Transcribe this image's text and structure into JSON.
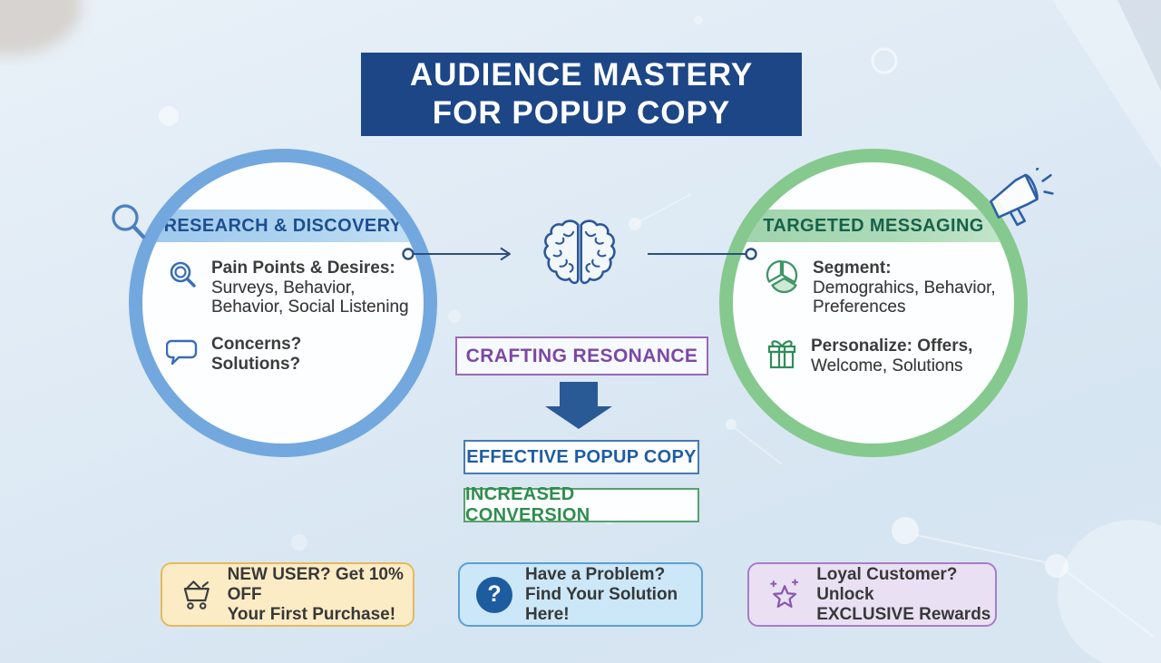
{
  "banner": {
    "line1": "AUDIENCE MASTERY",
    "line2": "FOR POPUP COPY"
  },
  "left_circle": {
    "header": "RESEARCH & DISCOVERY",
    "item1": {
      "icon": "magnifier-icon",
      "line1": "Pain Points & Desires:",
      "line2": "Surveys, Behavior,",
      "line3": "Behavior, Social Listening"
    },
    "item2": {
      "icon": "speech-bubble-icon",
      "line1": "Concerns?",
      "line2": "Solutions?"
    }
  },
  "right_circle": {
    "header": "TARGETED MESSAGING",
    "item1": {
      "icon": "pie-chart-icon",
      "line1": "Segment:",
      "line2": "Demograhics, Behavior,",
      "line3": "Preferences"
    },
    "item2": {
      "icon": "gift-icon",
      "line1": "Personalize: Offers,",
      "line2": "Welcome, Solutions"
    }
  },
  "center": {
    "crafting": "CRAFTING RESONANCE",
    "effective": "EFFECTIVE POPUP COPY",
    "conversion": "INCREASED CONVERSION"
  },
  "popup_cards": {
    "new_user": {
      "icon": "shopping-cart-icon",
      "line1": "NEW USER? Get 10% OFF",
      "line2": "Your First Purchase!"
    },
    "problem": {
      "icon": "question-mark-icon",
      "question_glyph": "?",
      "line1": "Have a Problem?",
      "line2": "Find Your Solution Here!"
    },
    "loyal": {
      "icon": "star-icon",
      "line1": "Loyal Customer? Unlock",
      "line2": "EXCLUSIVE Rewards"
    }
  },
  "decorative_icons": [
    "magnifier-icon",
    "megaphone-icon",
    "brain-icon"
  ],
  "colors": {
    "banner_bg": "#1d4687",
    "banner_text": "#ffffff",
    "left_ring": "#72a8dd",
    "left_band_bg": "#aed3f0",
    "left_band_text": "#1d4f8f",
    "right_ring": "#85c98e",
    "right_band_bg": "#abd9b7",
    "right_band_text": "#17614a",
    "body_text": "#3c3c3c",
    "crafting_border": "#9a68b5",
    "crafting_text": "#7c48a3",
    "effective_border": "#4a7bb0",
    "effective_text": "#1f5da2",
    "conversion_border": "#57a269",
    "conversion_text": "#2f8d4d",
    "arrow": "#2a5a96",
    "connector": "#2c4f7e",
    "card_new_user_bg": "#fcecc6",
    "card_new_user_border": "#e5b95e",
    "card_problem_bg": "#cbe7f8",
    "card_problem_border": "#5b9fd6",
    "card_loyal_bg": "#eae0f3",
    "card_loyal_border": "#a87cc8"
  }
}
